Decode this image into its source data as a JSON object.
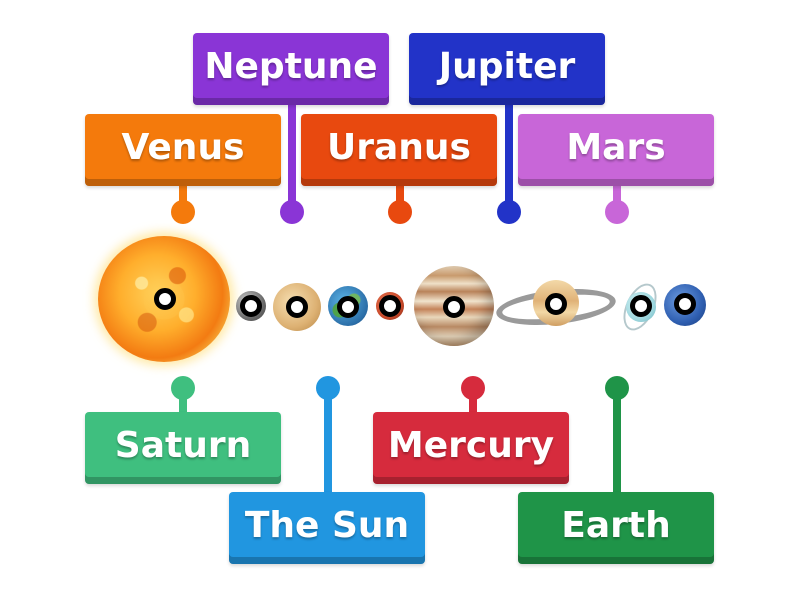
{
  "labels": [
    {
      "id": "neptune",
      "text": "Neptune",
      "color": "#8a35d6"
    },
    {
      "id": "jupiter",
      "text": "Jupiter",
      "color": "#2233c8"
    },
    {
      "id": "venus",
      "text": "Venus",
      "color": "#f47a0c"
    },
    {
      "id": "uranus",
      "text": "Uranus",
      "color": "#e8490f"
    },
    {
      "id": "mars",
      "text": "Mars",
      "color": "#c866d8"
    },
    {
      "id": "saturn",
      "text": "Saturn",
      "color": "#3fbf7f"
    },
    {
      "id": "the_sun",
      "text": "The Sun",
      "color": "#2196e0"
    },
    {
      "id": "mercury",
      "text": "Mercury",
      "color": "#d62b3d"
    },
    {
      "id": "earth",
      "text": "Earth",
      "color": "#1f9448"
    }
  ],
  "bodies": [
    "sun",
    "mercury",
    "venus",
    "earth",
    "mars",
    "jupiter",
    "saturn",
    "uranus",
    "neptune"
  ]
}
